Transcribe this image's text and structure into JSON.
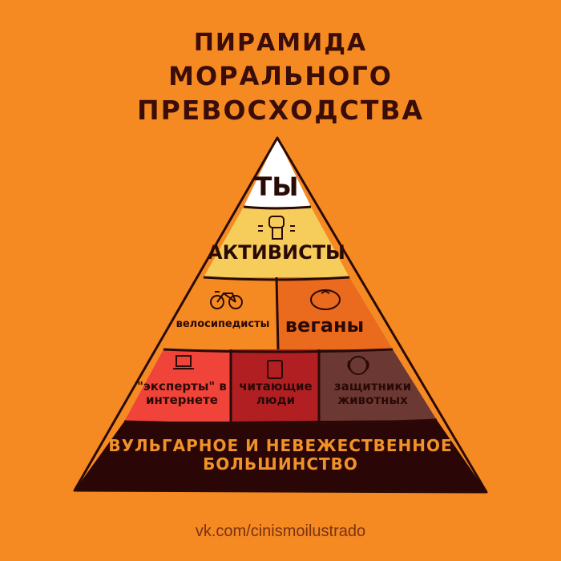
{
  "title": {
    "line1": "ПИРАМИДА",
    "line2": "МОРАЛЬНОГО",
    "line3": "ПРЕВОСХОДСТВА"
  },
  "pyramid": {
    "levels": [
      {
        "label": "ТЫ",
        "color": "#ffffff",
        "icon": "none"
      },
      {
        "label": "АКТИВИСТЫ",
        "color": "#f6cd5a",
        "icon": "raised-fist-icon"
      },
      {
        "label": "велосипедисты",
        "color": "#f58a23",
        "icon": "bicycle-icon"
      },
      {
        "label": "веганы",
        "color": "#ea6a1e",
        "icon": "tomato-icon"
      },
      {
        "label_line1": "\"эксперты\" в",
        "label_line2": "интернете",
        "color": "#f0433a",
        "icon": "laptop-icon"
      },
      {
        "label_line1": "читающие",
        "label_line2": "люди",
        "color": "#b21f22",
        "icon": "book-icon"
      },
      {
        "label_line1": "защитники",
        "label_line2": "животных",
        "color": "#6b3833",
        "icon": "dog-icon"
      },
      {
        "label_line1": "ВУЛЬГАРНОЕ И НЕВЕЖЕСТВЕННОЕ",
        "label_line2": "БОЛЬШИНСТВО",
        "color": "#2b0606",
        "text_color": "#f0922a"
      }
    ]
  },
  "colors": {
    "background": "#f58a23",
    "outline": "#2a0a06",
    "title_text": "#3a0d08"
  },
  "footer": {
    "credit": "vk.com/cinismoilustrado"
  }
}
